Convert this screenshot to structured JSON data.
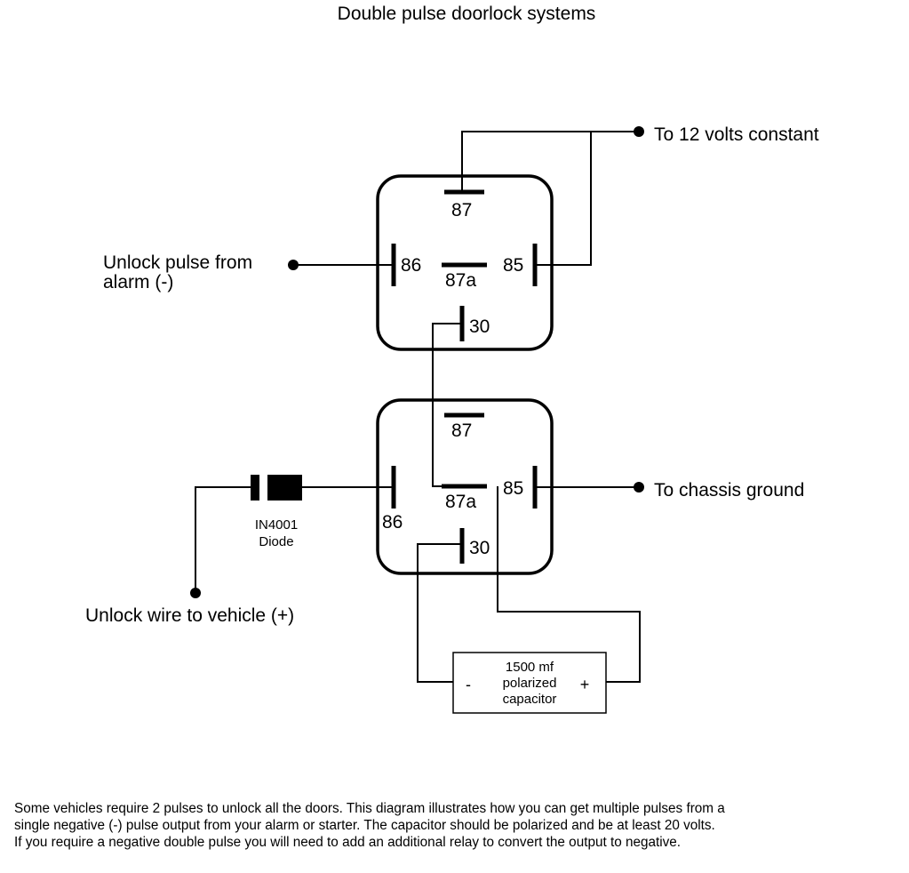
{
  "title": "Double pulse doorlock systems",
  "relay_top": {
    "pins": {
      "p87": "87",
      "p86": "86",
      "p87a": "87a",
      "p85": "85",
      "p30": "30"
    }
  },
  "relay_bottom": {
    "pins": {
      "p87": "87",
      "p86": "86",
      "p87a": "87a",
      "p85": "85",
      "p30": "30"
    }
  },
  "labels": {
    "twelve_volts": "To 12 volts constant",
    "unlock_pulse_line1": "Unlock pulse from",
    "unlock_pulse_line2": "alarm (-)",
    "chassis_ground": "To chassis ground",
    "unlock_wire": "Unlock wire to vehicle (+)"
  },
  "diode": {
    "line1": "IN4001",
    "line2": "Diode"
  },
  "capacitor": {
    "line1": "1500 mf",
    "line2": "polarized",
    "line3": "capacitor",
    "minus": "-",
    "plus": "+"
  },
  "note": "Some vehicles require 2 pulses to unlock all the doors. This diagram illustrates how you can get multiple pulses from a\nsingle negative (-) pulse output from your alarm or starter. The capacitor should be polarized and be at least 20 volts.\nIf you require a negative double pulse you will need to add an additional relay to convert the output to negative."
}
